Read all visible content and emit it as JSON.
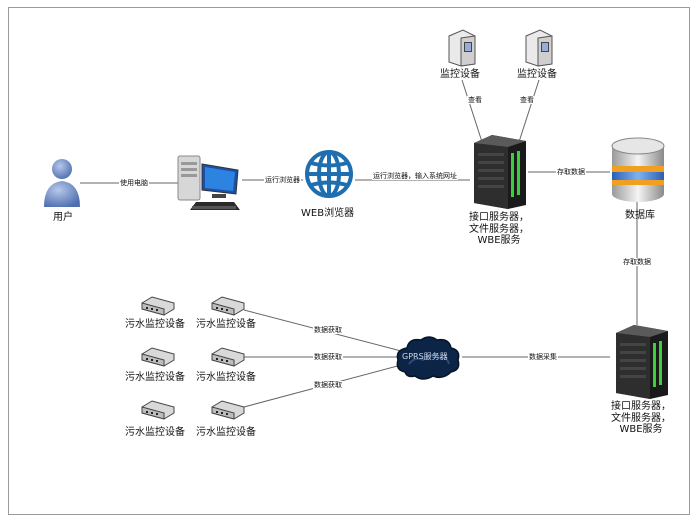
{
  "nodes": {
    "user": "用户",
    "browser": "WEB浏览器",
    "monitor_left": "监控设备",
    "monitor_right": "监控设备",
    "database": "数据库",
    "server_top": "接口服务器，文件服务器，WBE服务",
    "server_bottom": "接口服务器，文件服务器，WBE服务",
    "cloud": "GPRS服务器",
    "sewage_devices": [
      "污水监控设备",
      "污水监控设备",
      "污水监控设备",
      "污水监控设备",
      "污水监控设备",
      "污水监控设备"
    ]
  },
  "edges": {
    "use_computer": "使用电脑",
    "run_browser": "运行浏览器",
    "browser_to_server": "运行浏览器，输入系统网址",
    "view_left": "查看",
    "view_right": "查看",
    "access_data_h": "存取数据",
    "access_data_v": "存取数据",
    "data_get_1": "数据获取",
    "data_get_2": "数据获取",
    "data_get_3": "数据获取",
    "data_collect": "数据采集"
  },
  "colors": {
    "globe": "#1f6fb0",
    "user_icon": "#6f8fc9",
    "server_led": "#39d03a",
    "db_stripe": "#f0a020",
    "db_blue": "#4a7fd0"
  }
}
